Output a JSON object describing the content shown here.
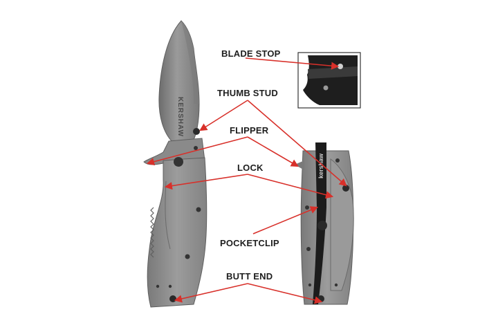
{
  "labels": {
    "blade_stop": "BLADE STOP",
    "thumb_stud": "THUMB STUD",
    "flipper": "FLIPPER",
    "lock": "LOCK",
    "pocketclip": "POCKETCLIP",
    "butt_end": "BUTT END"
  },
  "engravings": {
    "front_blade_brand": "KERSHAW",
    "clip_brand": "kershaw"
  },
  "colors": {
    "arrow": "#d8302a",
    "label_text": "#1e1e1e",
    "handle": "#8e8e8e",
    "blade": "#8f8f8f",
    "clip": "#1c1c1c"
  }
}
